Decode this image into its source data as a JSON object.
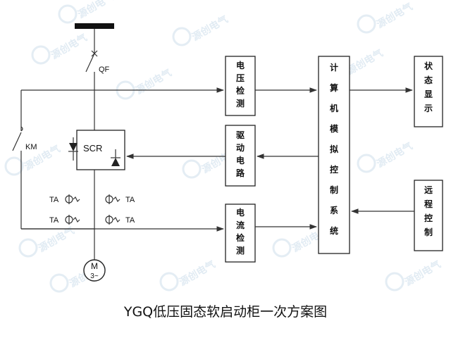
{
  "title": "YGQ低压固态软启动柜一次方案图",
  "watermark": "源创电气",
  "blocks": {
    "voltage_detect": "电压检测",
    "drive_circuit": "驱动电路",
    "current_detect": "电流检测",
    "controller": "计算机模拟控制系统",
    "status_display": "状态显示",
    "remote_control": "远程控制"
  },
  "labels": {
    "qf": "QF",
    "km": "KM",
    "scr": "SCR",
    "ta": "TA",
    "motor_m": "M",
    "motor_phase": "3~"
  },
  "colors": {
    "line": "#333333",
    "watermark": "#c9dcea"
  }
}
